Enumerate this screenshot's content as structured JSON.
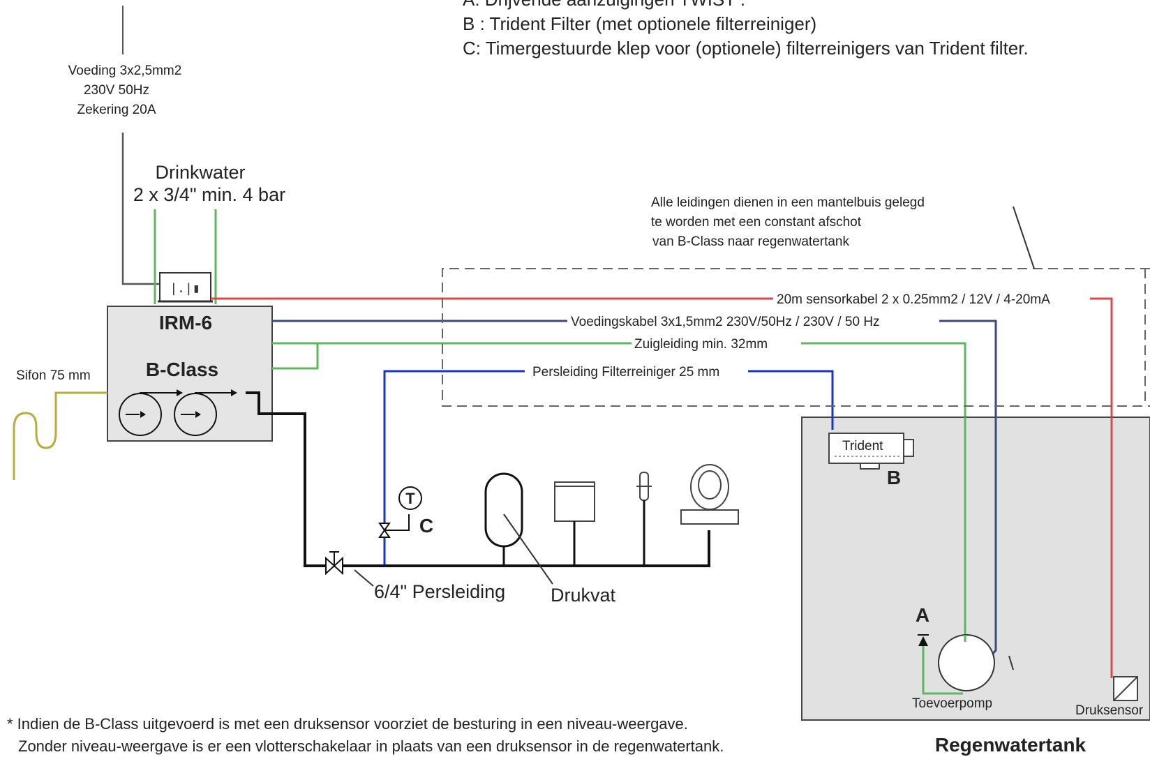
{
  "colors": {
    "red": "#d94a4a",
    "navy": "#3a4a7a",
    "green": "#5cb85c",
    "blue": "#1a33cc",
    "olive": "#b5ae3a",
    "black": "#000000",
    "tank_fill": "#e1e1e1",
    "box_fill": "#e5e5e5"
  },
  "legend": {
    "line_a": "A: Drijvende aanzuigingen TWIST .",
    "line_b": "B : Trident Filter (met optionele filterreiniger)",
    "line_c": "C: Timergestuurde klep voor (optionele) filterreinigers van Trident filter."
  },
  "power": {
    "line1": "Voeding 3x2,5mm2",
    "line2": "230V 50Hz",
    "line3": "Zekering 20A"
  },
  "drinkwater": {
    "title": "Drinkwater",
    "spec": "2 x 3/4\" min. 4 bar"
  },
  "control_box": {
    "display": "|.|▮"
  },
  "unit": {
    "model": "IRM-6",
    "class": "B-Class"
  },
  "sifon": "Sifon 75 mm",
  "conduit_note": {
    "line1": "Alle leidingen dienen in een mantelbuis gelegd",
    "line2": "te worden met een constant afschot",
    "line3": "van B-Class naar regenwatertank"
  },
  "lines": {
    "sensor": "20m sensorkabel 2 x 0.25mm2 / 12V / 4-20mA",
    "power": "Voedingskabel  3x1,5mm2 230V/50Hz  / 230V  /  50 Hz",
    "suction": "Zuigleiding   min. 32mm",
    "pressure_cleaner": "Persleiding Filterreiniger 25 mm"
  },
  "valve_c": {
    "timer_symbol": "T",
    "letter": "C"
  },
  "pressure_line": "6/4\" Persleiding",
  "drukvat": "Drukvat",
  "trident": {
    "label": "Trident",
    "letter": "B"
  },
  "pump": {
    "letter": "A",
    "label": "Toevoerpomp"
  },
  "sensor_label": "Druksensor",
  "tank_label": "Regenwatertank",
  "footnote": {
    "line1": "* Indien de B-Class uitgevoerd is met een druksensor voorziet de besturing in een niveau-weergave.",
    "line2": "Zonder niveau-weergave is er een vlotterschakelaar in plaats van een druksensor in de regenwatertank."
  }
}
